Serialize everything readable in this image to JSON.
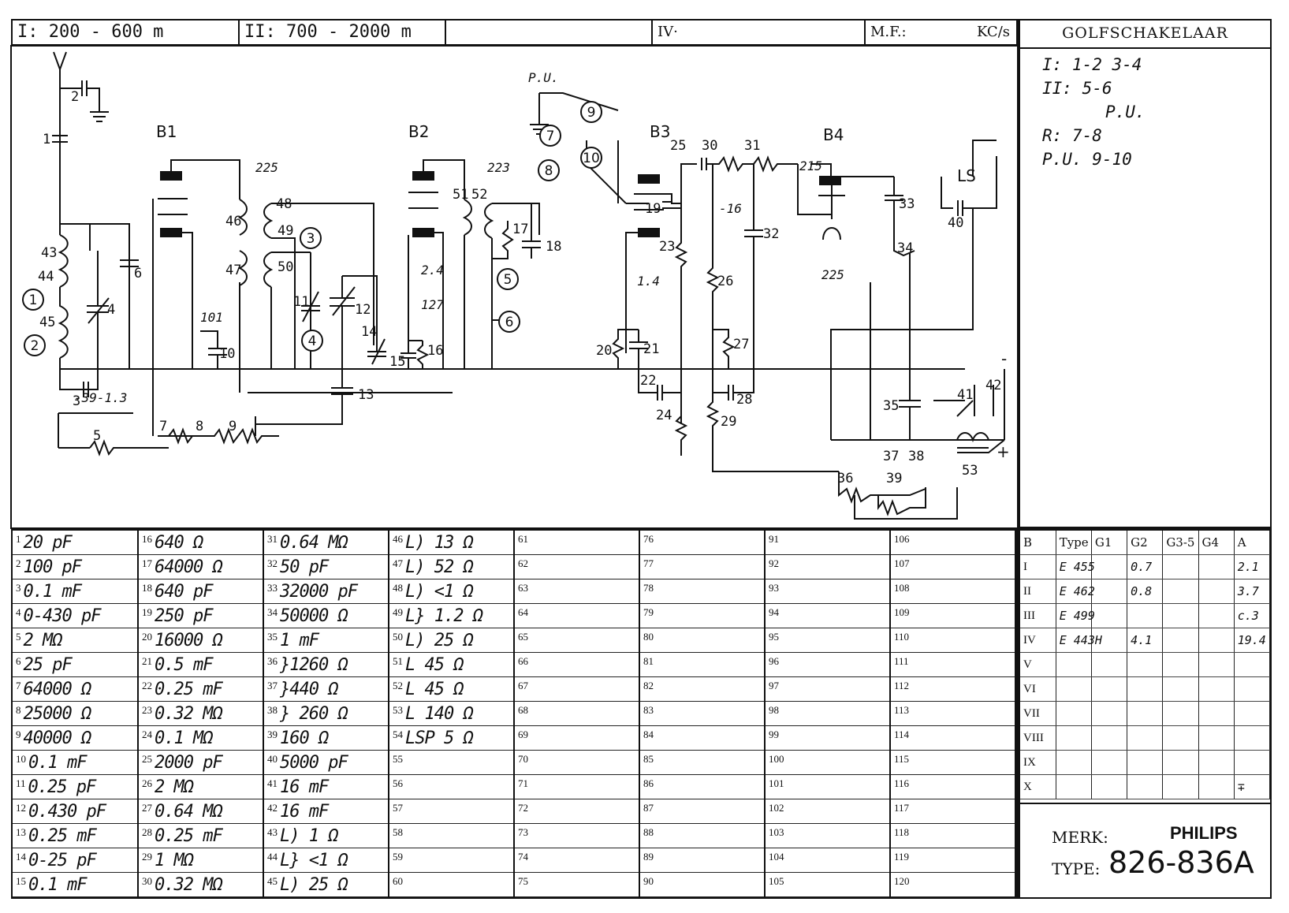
{
  "header": {
    "band_i": "I: 200 - 600 m",
    "band_ii": "II: 700 - 2000 m",
    "band_iii": "",
    "band_iv": "IV·",
    "mp": "M.F.:",
    "kcs": "KC/s"
  },
  "golfschakelaar": {
    "title": "GOLFSCHAKELAAR",
    "lines": [
      "I: 1-2 3-4",
      "II: 5-6",
      "P.U.",
      "R: 7-8",
      "P.U. 9-10"
    ]
  },
  "schematic": {
    "tube_labels": [
      "B1",
      "B2",
      "B3",
      "B4"
    ],
    "connection_numbers": [
      "1",
      "2",
      "3",
      "4",
      "5",
      "6",
      "7",
      "8",
      "9",
      "10"
    ],
    "voltage_labels": [
      "225",
      "223",
      "225",
      "215",
      "101",
      "2.4",
      "127",
      "1.4",
      "-16",
      "-39-1.3"
    ],
    "pickup_label": "P.U.",
    "speaker_label": "LS",
    "polarity_minus": "-",
    "polarity_plus": "+",
    "component_numbers": [
      "1",
      "2",
      "3",
      "4",
      "5",
      "6",
      "7",
      "8",
      "9",
      "10",
      "11",
      "12",
      "13",
      "14",
      "15",
      "16",
      "17",
      "18",
      "19",
      "20",
      "21",
      "22",
      "23",
      "24",
      "25",
      "26",
      "27",
      "28",
      "29",
      "30",
      "31",
      "32",
      "33",
      "34",
      "35",
      "36",
      "37",
      "38",
      "39",
      "40",
      "41",
      "42",
      "43",
      "44",
      "45",
      "46",
      "47",
      "48",
      "49",
      "50",
      "51",
      "52",
      "53"
    ]
  },
  "parts_list": {
    "columns": [
      [
        {
          "n": "1",
          "v": "20 pF"
        },
        {
          "n": "2",
          "v": "100 pF"
        },
        {
          "n": "3",
          "v": "0.1 mF"
        },
        {
          "n": "4",
          "v": "0-430 pF"
        },
        {
          "n": "5",
          "v": "2 MΩ"
        },
        {
          "n": "6",
          "v": "25 pF"
        },
        {
          "n": "7",
          "v": "64000 Ω"
        },
        {
          "n": "8",
          "v": "25000 Ω"
        },
        {
          "n": "9",
          "v": "40000 Ω"
        },
        {
          "n": "10",
          "v": "0.1 mF"
        },
        {
          "n": "11",
          "v": "0.25 pF"
        },
        {
          "n": "12",
          "v": "0.430 pF"
        },
        {
          "n": "13",
          "v": "0.25 mF"
        },
        {
          "n": "14",
          "v": "0-25 pF"
        },
        {
          "n": "15",
          "v": "0.1 mF"
        }
      ],
      [
        {
          "n": "16",
          "v": "640 Ω"
        },
        {
          "n": "17",
          "v": "64000 Ω"
        },
        {
          "n": "18",
          "v": "640 pF"
        },
        {
          "n": "19",
          "v": "250 pF"
        },
        {
          "n": "20",
          "v": "16000 Ω"
        },
        {
          "n": "21",
          "v": "0.5 mF"
        },
        {
          "n": "22",
          "v": "0.25 mF"
        },
        {
          "n": "23",
          "v": "0.32 MΩ"
        },
        {
          "n": "24",
          "v": "0.1 MΩ"
        },
        {
          "n": "25",
          "v": "2000 pF"
        },
        {
          "n": "26",
          "v": "2 MΩ"
        },
        {
          "n": "27",
          "v": "0.64 MΩ"
        },
        {
          "n": "28",
          "v": "0.25 mF"
        },
        {
          "n": "29",
          "v": "1 MΩ"
        },
        {
          "n": "30",
          "v": "0.32 MΩ"
        }
      ],
      [
        {
          "n": "31",
          "v": "0.64 MΩ"
        },
        {
          "n": "32",
          "v": "50 pF"
        },
        {
          "n": "33",
          "v": "32000 pF"
        },
        {
          "n": "34",
          "v": "50000 Ω"
        },
        {
          "n": "35",
          "v": "1 mF"
        },
        {
          "n": "36",
          "v": "}1260 Ω"
        },
        {
          "n": "37",
          "v": "}440 Ω"
        },
        {
          "n": "38",
          "v": "} 260 Ω"
        },
        {
          "n": "39",
          "v": "160 Ω"
        },
        {
          "n": "40",
          "v": "5000 pF"
        },
        {
          "n": "41",
          "v": "16 mF"
        },
        {
          "n": "42",
          "v": "16 mF"
        },
        {
          "n": "43",
          "v": "L) 1 Ω"
        },
        {
          "n": "44",
          "v": "L} <1 Ω"
        },
        {
          "n": "45",
          "v": "L) 25 Ω"
        }
      ],
      [
        {
          "n": "46",
          "v": "L) 13 Ω"
        },
        {
          "n": "47",
          "v": "L) 52 Ω"
        },
        {
          "n": "48",
          "v": "L) <1 Ω"
        },
        {
          "n": "49",
          "v": "L} 1.2 Ω"
        },
        {
          "n": "50",
          "v": "L) 25 Ω"
        },
        {
          "n": "51",
          "v": "L 45 Ω"
        },
        {
          "n": "52",
          "v": "L 45 Ω"
        },
        {
          "n": "53",
          "v": "L 140 Ω"
        },
        {
          "n": "54",
          "v": "LSP 5 Ω"
        },
        {
          "n": "55",
          "v": ""
        },
        {
          "n": "56",
          "v": ""
        },
        {
          "n": "57",
          "v": ""
        },
        {
          "n": "58",
          "v": ""
        },
        {
          "n": "59",
          "v": ""
        },
        {
          "n": "60",
          "v": ""
        }
      ],
      [
        {
          "n": "61",
          "v": ""
        },
        {
          "n": "62",
          "v": ""
        },
        {
          "n": "63",
          "v": ""
        },
        {
          "n": "64",
          "v": ""
        },
        {
          "n": "65",
          "v": ""
        },
        {
          "n": "66",
          "v": ""
        },
        {
          "n": "67",
          "v": ""
        },
        {
          "n": "68",
          "v": ""
        },
        {
          "n": "69",
          "v": ""
        },
        {
          "n": "70",
          "v": ""
        },
        {
          "n": "71",
          "v": ""
        },
        {
          "n": "72",
          "v": ""
        },
        {
          "n": "73",
          "v": ""
        },
        {
          "n": "74",
          "v": ""
        },
        {
          "n": "75",
          "v": ""
        }
      ],
      [
        {
          "n": "76",
          "v": ""
        },
        {
          "n": "77",
          "v": ""
        },
        {
          "n": "78",
          "v": ""
        },
        {
          "n": "79",
          "v": ""
        },
        {
          "n": "80",
          "v": ""
        },
        {
          "n": "81",
          "v": ""
        },
        {
          "n": "82",
          "v": ""
        },
        {
          "n": "83",
          "v": ""
        },
        {
          "n": "84",
          "v": ""
        },
        {
          "n": "85",
          "v": ""
        },
        {
          "n": "86",
          "v": ""
        },
        {
          "n": "87",
          "v": ""
        },
        {
          "n": "88",
          "v": ""
        },
        {
          "n": "89",
          "v": ""
        },
        {
          "n": "90",
          "v": ""
        }
      ],
      [
        {
          "n": "91",
          "v": ""
        },
        {
          "n": "92",
          "v": ""
        },
        {
          "n": "93",
          "v": ""
        },
        {
          "n": "94",
          "v": ""
        },
        {
          "n": "95",
          "v": ""
        },
        {
          "n": "96",
          "v": ""
        },
        {
          "n": "97",
          "v": ""
        },
        {
          "n": "98",
          "v": ""
        },
        {
          "n": "99",
          "v": ""
        },
        {
          "n": "100",
          "v": ""
        },
        {
          "n": "101",
          "v": ""
        },
        {
          "n": "102",
          "v": ""
        },
        {
          "n": "103",
          "v": ""
        },
        {
          "n": "104",
          "v": ""
        },
        {
          "n": "105",
          "v": ""
        }
      ],
      [
        {
          "n": "106",
          "v": ""
        },
        {
          "n": "107",
          "v": ""
        },
        {
          "n": "108",
          "v": ""
        },
        {
          "n": "109",
          "v": ""
        },
        {
          "n": "110",
          "v": ""
        },
        {
          "n": "111",
          "v": ""
        },
        {
          "n": "112",
          "v": ""
        },
        {
          "n": "113",
          "v": ""
        },
        {
          "n": "114",
          "v": ""
        },
        {
          "n": "115",
          "v": ""
        },
        {
          "n": "116",
          "v": ""
        },
        {
          "n": "117",
          "v": ""
        },
        {
          "n": "118",
          "v": ""
        },
        {
          "n": "119",
          "v": ""
        },
        {
          "n": "120",
          "v": ""
        }
      ]
    ]
  },
  "tube_table": {
    "headers": [
      "B",
      "Type",
      "G1",
      "G2",
      "G3-5",
      "G4",
      "A"
    ],
    "rows": [
      [
        "I",
        "E 455",
        "",
        "0.7",
        "",
        "",
        "2.1"
      ],
      [
        "II",
        "E 462",
        "",
        "0.8",
        "",
        "",
        "3.7"
      ],
      [
        "III",
        "E 499",
        "",
        "",
        "",
        "",
        "c.3"
      ],
      [
        "IV",
        "E 443H",
        "",
        "4.1",
        "",
        "",
        "19.4"
      ],
      [
        "V",
        "",
        "",
        "",
        "",
        "",
        ""
      ],
      [
        "VI",
        "",
        "",
        "",
        "",
        "",
        ""
      ],
      [
        "VII",
        "",
        "",
        "",
        "",
        "",
        ""
      ],
      [
        "VIII",
        "",
        "",
        "",
        "",
        "",
        ""
      ],
      [
        "IX",
        "",
        "",
        "",
        "",
        "",
        ""
      ],
      [
        "X",
        "",
        "",
        "",
        "",
        "",
        "∓"
      ]
    ]
  },
  "maker": {
    "merk_label": "MERK:",
    "brand": "PHILIPS",
    "type_label": "TYPE:",
    "type_value": "826-836A"
  }
}
